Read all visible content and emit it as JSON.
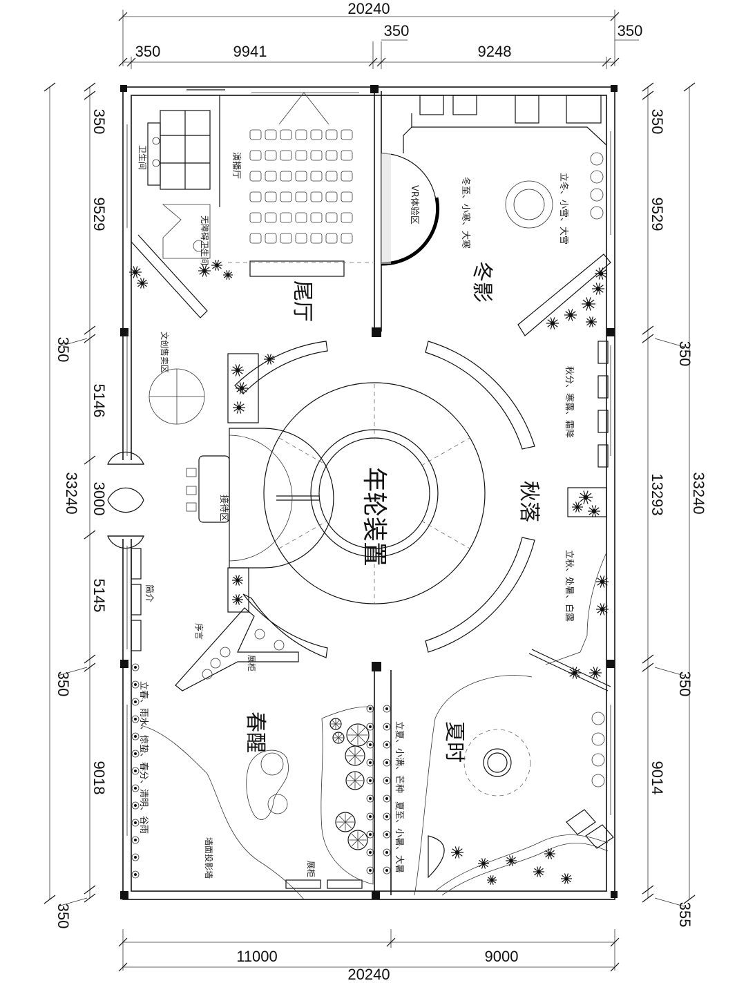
{
  "dimensions": {
    "top_total": "20240",
    "top_segments": [
      "350",
      "9941",
      "350",
      "9248",
      "350"
    ],
    "bottom_segments": [
      "11000",
      "9000"
    ],
    "bottom_total": "20240",
    "left_segments": [
      "350",
      "9529",
      "350",
      "5146",
      "3000",
      "5145",
      "350",
      "9018",
      "350"
    ],
    "left_total": "33240",
    "right_segments": [
      "350",
      "9529",
      "350",
      "13293",
      "350",
      "9014",
      "355"
    ],
    "right_total": "33240"
  },
  "zones": {
    "tail_hall": "尾厅",
    "winter": "冬影",
    "autumn": "秋落",
    "spring": "春醒",
    "summer": "夏时",
    "ring_installation": "年轮装置"
  },
  "rooms": {
    "restroom": "卫生间",
    "accessible_restroom": "无障碍卫生间",
    "screening_hall": "演播厅",
    "vr_area": "VR体验区",
    "reception": "接待区",
    "intro": "简介",
    "preface": "序言",
    "display_cabinet": "展柜",
    "display_cabinet_2": "展柜",
    "cultural_creative": "文创售卖区",
    "wall_note": "墙面投影墙"
  },
  "solar_terms": {
    "winter_left": "冬至、小寒、大寒",
    "winter_right": "立冬、小雪、大雪",
    "autumn_upper": "秋分、寒露、霜降",
    "autumn_lower": "立秋、处暑、白露",
    "spring": "立春、雨水、惊蛰、春分、清明、谷雨",
    "summer_left": "立夏、小满、芒种",
    "summer_right": "夏至、小暑、大暑"
  }
}
